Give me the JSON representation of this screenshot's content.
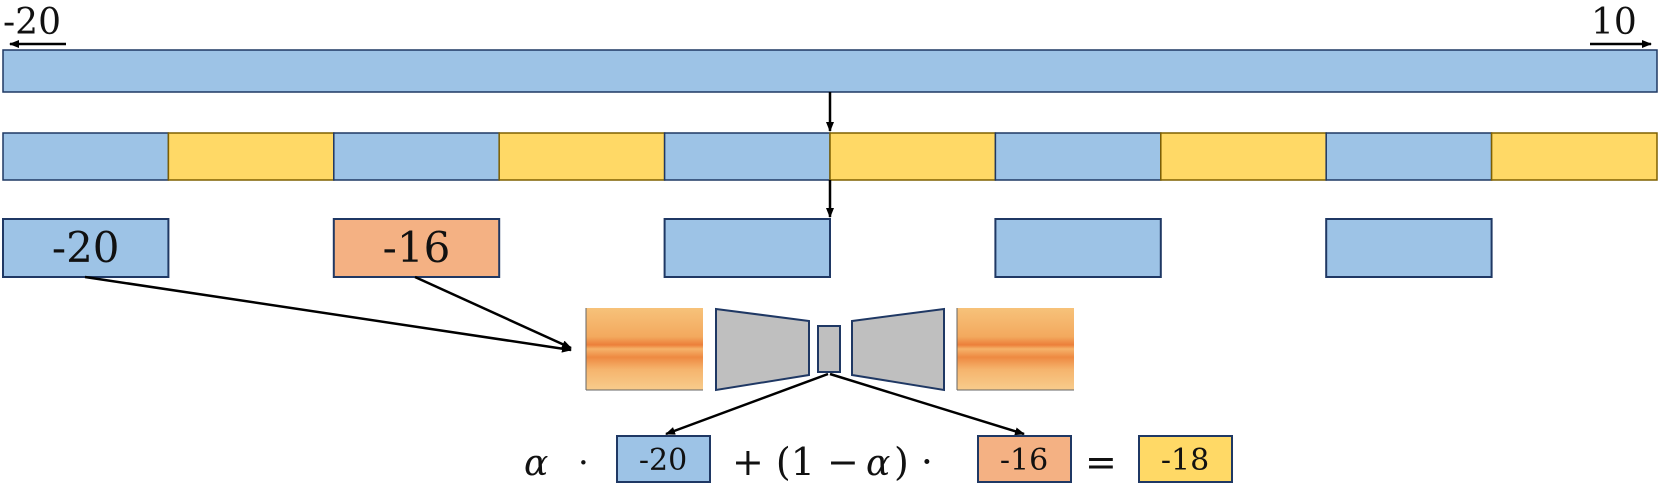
{
  "range": {
    "min_label": "-20",
    "max_label": "10"
  },
  "colors": {
    "blue": "#9dc3e6",
    "yellow": "#ffd966",
    "orange": "#f4b183",
    "gray": "#bfbfbf",
    "border": "#1f3864"
  },
  "segments": [
    "blue",
    "yellow",
    "blue",
    "yellow",
    "blue",
    "yellow",
    "blue",
    "yellow",
    "blue",
    "yellow"
  ],
  "samples": [
    {
      "label": "-20",
      "color": "blue"
    },
    {
      "label": "-16",
      "color": "orange"
    },
    {
      "label": "",
      "color": "blue"
    },
    {
      "label": "",
      "color": "blue"
    },
    {
      "label": "",
      "color": "blue"
    }
  ],
  "equation": {
    "alpha": "α",
    "dot": "·",
    "term1_value": "-20",
    "plus_part": "+ (1 − ",
    "alpha2": "α",
    "close_part": ") ·",
    "term2_value": "-16",
    "equals": "=",
    "result_value": "-18"
  },
  "icons": [
    "spectrogram-input-icon",
    "encoder-icon",
    "bottleneck-icon",
    "decoder-icon",
    "spectrogram-output-icon"
  ]
}
